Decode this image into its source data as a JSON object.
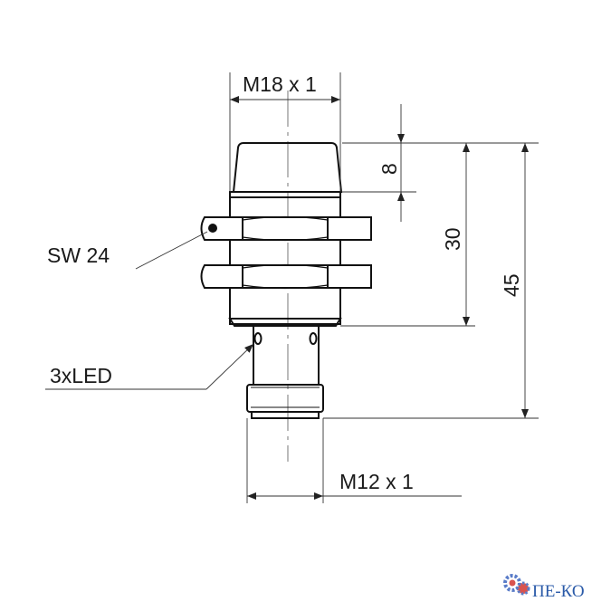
{
  "drawing": {
    "thread_label": "M18 x 1",
    "wrench_label": "SW 24",
    "led_label": "3xLED",
    "connector_label": "M12 x 1",
    "dim_cap": "8",
    "dim_body": "30",
    "dim_total": "45"
  },
  "logo": {
    "text": "ПЕ-КО",
    "color": "#2a5aa8"
  }
}
